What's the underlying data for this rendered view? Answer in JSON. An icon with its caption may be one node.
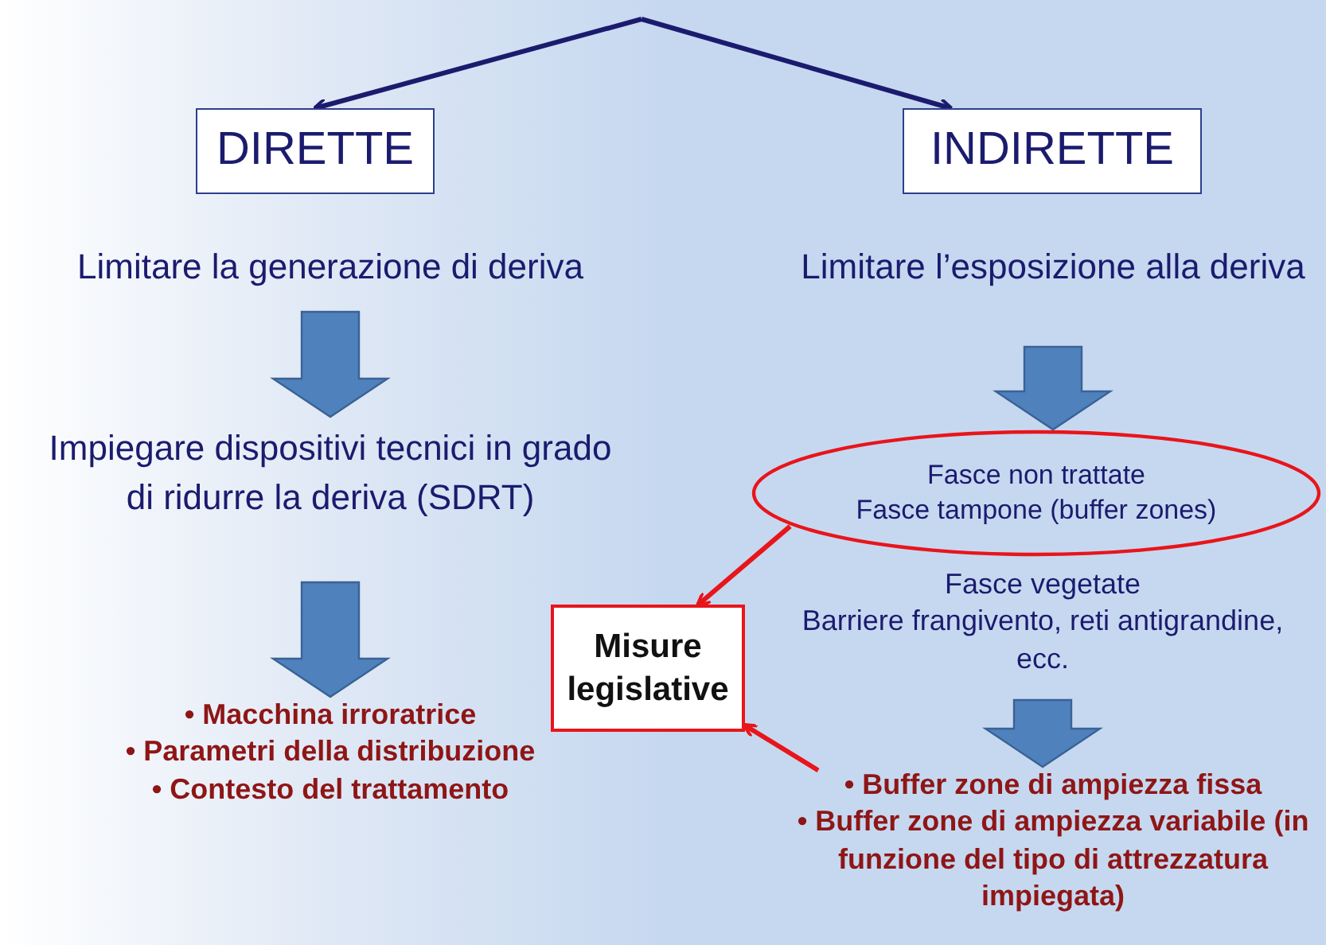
{
  "diagram": {
    "nodes": [
      {
        "text": [
          "DIRETTE"
        ]
      },
      {
        "text": [
          "INDIRETTE"
        ]
      },
      {
        "text": [
          "Limitare la generazione di deriva"
        ]
      },
      {
        "text": [
          "Limitare l’esposizione alla deriva"
        ]
      },
      {
        "text": [
          "Impiegare dispositivi tecnici in grado di ridurre la deriva (SDRT)"
        ]
      },
      {
        "text": [
          "Fasce non trattate",
          "Fasce tampone (buffer zones)"
        ]
      },
      {
        "text": [
          "Misure legislative"
        ]
      },
      {
        "text": [
          "Fasce vegetate",
          "Barriere frangivento, reti antigrandine, ecc."
        ]
      },
      {
        "text": [
          "• Macchina irroratrice",
          "• Parametri della distribuzione",
          "• Contesto del trattamento"
        ]
      },
      {
        "text": [
          "• Buffer zone di ampiezza fissa",
          "• Buffer zone di ampiezza variabile (in funzione del tipo di attrezzatura impiegata)"
        ]
      }
    ],
    "edges": [
      {
        "from": null,
        "to": 0,
        "arrow": "to"
      },
      {
        "from": null,
        "to": 1,
        "arrow": "to"
      },
      {
        "from": 2,
        "to": 4,
        "arrow": "to",
        "style": "thick"
      },
      {
        "from": 4,
        "to": 8,
        "arrow": "to",
        "style": "thick"
      },
      {
        "from": 3,
        "to": 5,
        "arrow": "to",
        "style": "thick"
      },
      {
        "from": 7,
        "to": 9,
        "arrow": "to",
        "style": "thick"
      },
      {
        "from": 5,
        "to": 6,
        "arrow": "to",
        "color": "#e8151b"
      },
      {
        "from": 9,
        "to": 6,
        "arrow": "to",
        "color": "#e8151b"
      }
    ]
  }
}
